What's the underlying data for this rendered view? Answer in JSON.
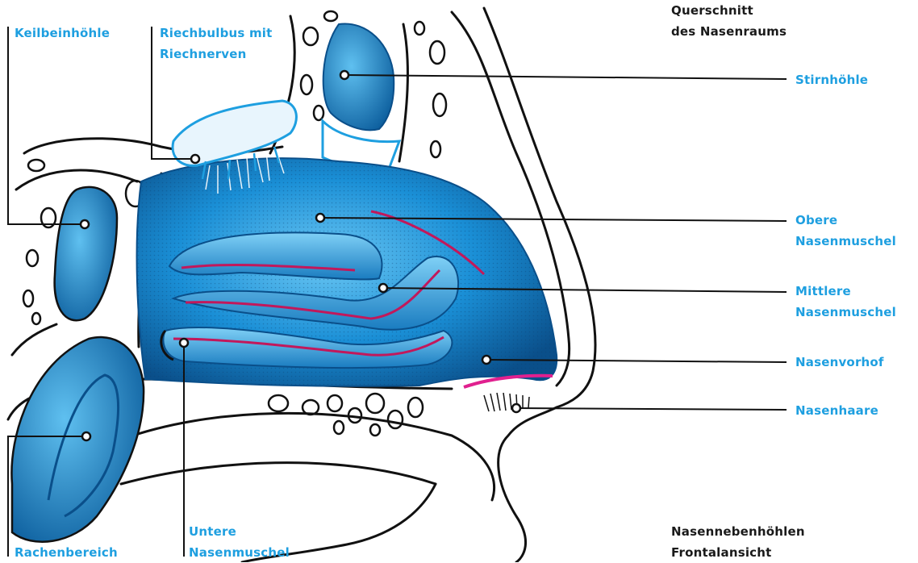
{
  "titles": {
    "top": [
      "Querschnitt",
      "des Nasenraums"
    ],
    "bottom": [
      "Nasennebenhöhlen",
      "Frontalansicht"
    ]
  },
  "labels": {
    "keilbein": [
      "Keilbeinhöhle"
    ],
    "riechbulbus": [
      "Riechbulbus mit",
      "Riechnerven"
    ],
    "stirnhoehle": [
      "Stirnhöhle"
    ],
    "obere": [
      "Obere",
      "Nasenmuschel"
    ],
    "mittlere": [
      "Mittlere",
      "Nasenmuschel"
    ],
    "vorhof": [
      "Nasenvorhof"
    ],
    "haare": [
      "Nasenhaare"
    ],
    "rachen": [
      "Rachenbereich"
    ],
    "untere": [
      "Untere",
      "Nasenmuschel"
    ]
  },
  "colors": {
    "label": "#1e9fe0",
    "title": "#1a1a1a",
    "cavity": "#1a8fd6",
    "cavity_dark": "#0a4f8a",
    "turbinate": "#3aaeea",
    "mucosa": "#c2185b",
    "vestibule": "#e0208f",
    "outline": "#111111"
  }
}
